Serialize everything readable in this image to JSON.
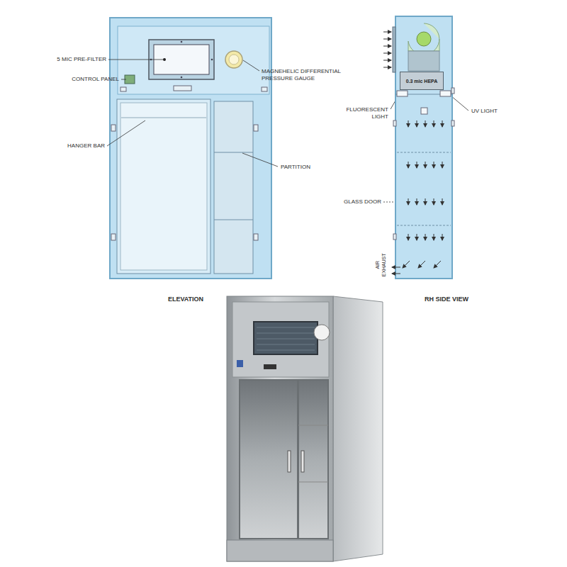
{
  "diagram": {
    "nodes": [
      {
        "text": [
          "0.3 mic HEPA"
        ]
      }
    ],
    "labels": [
      "5 MIC PRE-FILTER",
      "CONTROL PANEL",
      "MAGNEHELIC DIFFERENTIAL PRESSURE GAUGE",
      "HANGER BAR",
      "PARTITION",
      "FLUORESCENT LIGHT",
      "UV LIGHT",
      "GLASS DOOR",
      "AIR EXHAUST",
      "ELEVATION",
      "RH SIDE VIEW"
    ]
  }
}
